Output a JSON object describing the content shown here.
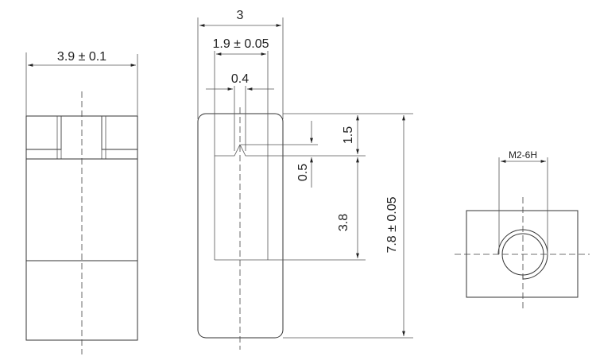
{
  "front_view": {
    "width_dim": "3.9 ± 0.1"
  },
  "side_view": {
    "overall_width_dim": "3",
    "slot_width_dim": "1.9 ± 0.05",
    "notch_width_dim": "0.4",
    "top_offset_dim": "1.5",
    "notch_depth_dim": "0.5",
    "slot_length_dim": "3.8",
    "overall_height_dim": "7.8 ± 0.05"
  },
  "end_view": {
    "thread_dim": "M2-6H"
  }
}
